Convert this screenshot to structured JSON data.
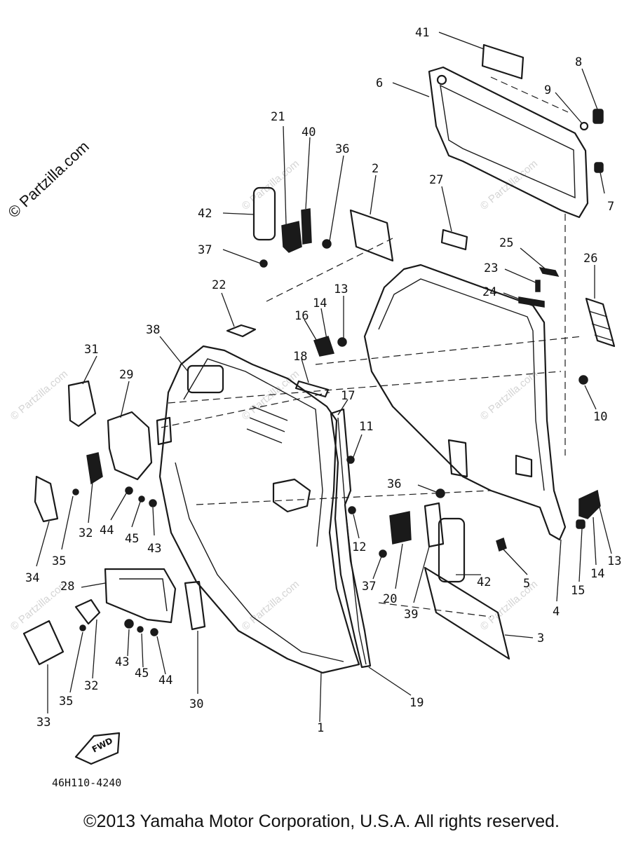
{
  "watermark": {
    "main": "© Partzilla.com",
    "faded": "© Partzilla.com"
  },
  "diagram_code": "46H110-4240",
  "direction_label": "FWD",
  "callouts": [
    "41",
    "8",
    "6",
    "9",
    "21",
    "40",
    "36",
    "2",
    "7",
    "27",
    "42",
    "25",
    "26",
    "37",
    "23",
    "24",
    "22",
    "13",
    "14",
    "16",
    "38",
    "31",
    "18",
    "29",
    "10",
    "17",
    "11",
    "36",
    "44",
    "45",
    "43",
    "32",
    "35",
    "34",
    "12",
    "42",
    "5",
    "37",
    "20",
    "39",
    "4",
    "28",
    "15",
    "14",
    "13",
    "3",
    "43",
    "45",
    "44",
    "35",
    "32",
    "30",
    "33",
    "19",
    "1"
  ],
  "footer": "©2013 Yamaha Motor Corporation, U.S.A. All rights reserved."
}
